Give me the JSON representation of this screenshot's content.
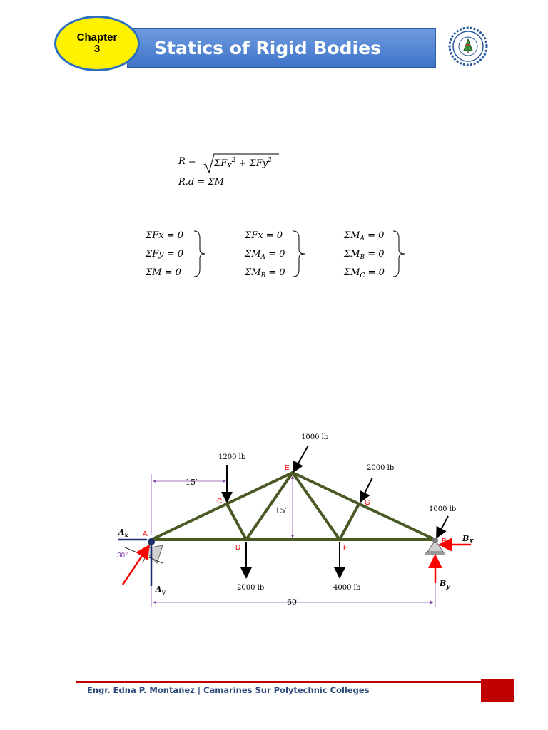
{
  "header": {
    "chapter_label": "Chapter",
    "chapter_number": "3",
    "title": "Statics of Rigid Bodies",
    "logo_icon": "college-seal-icon"
  },
  "equations": {
    "resultant": {
      "lhs": "R",
      "rhs_terms": [
        "ΣF",
        "X",
        "2",
        "+ ΣFy",
        "2"
      ]
    },
    "moment": "R.d = ΣM",
    "sets": [
      [
        "ΣFx = 0",
        "ΣFy = 0",
        "ΣM = 0"
      ],
      [
        "ΣFx = 0",
        "ΣMA = 0",
        "ΣMB = 0"
      ],
      [
        "ΣMA = 0",
        "ΣMB = 0",
        "ΣMC = 0"
      ]
    ]
  },
  "truss": {
    "joints": [
      "A",
      "B",
      "C",
      "D",
      "E",
      "F",
      "G"
    ],
    "loads": {
      "E": "1000 lb",
      "C": "1200 lb",
      "G": "2000 lb",
      "B": "1000 lb",
      "D": "2000 lb",
      "F": "4000 lb"
    },
    "dimensions": {
      "left_offset": "15′",
      "height": "15′",
      "span": "60′"
    },
    "angle": "30°",
    "reactions": [
      "Ax",
      "Ay",
      "Bx",
      "By"
    ],
    "colors": {
      "member": "#4a5a24",
      "reaction": "#ff0000",
      "support_force": "#1a2f6e",
      "load": "#000000",
      "label_red": "#ff0000",
      "dimension": "#8a4aa8"
    }
  },
  "footer": {
    "text": "Engr. Edna P. Montañez | Camarines Sur Polytechnic Colleges",
    "accent_color": "#c00000"
  }
}
